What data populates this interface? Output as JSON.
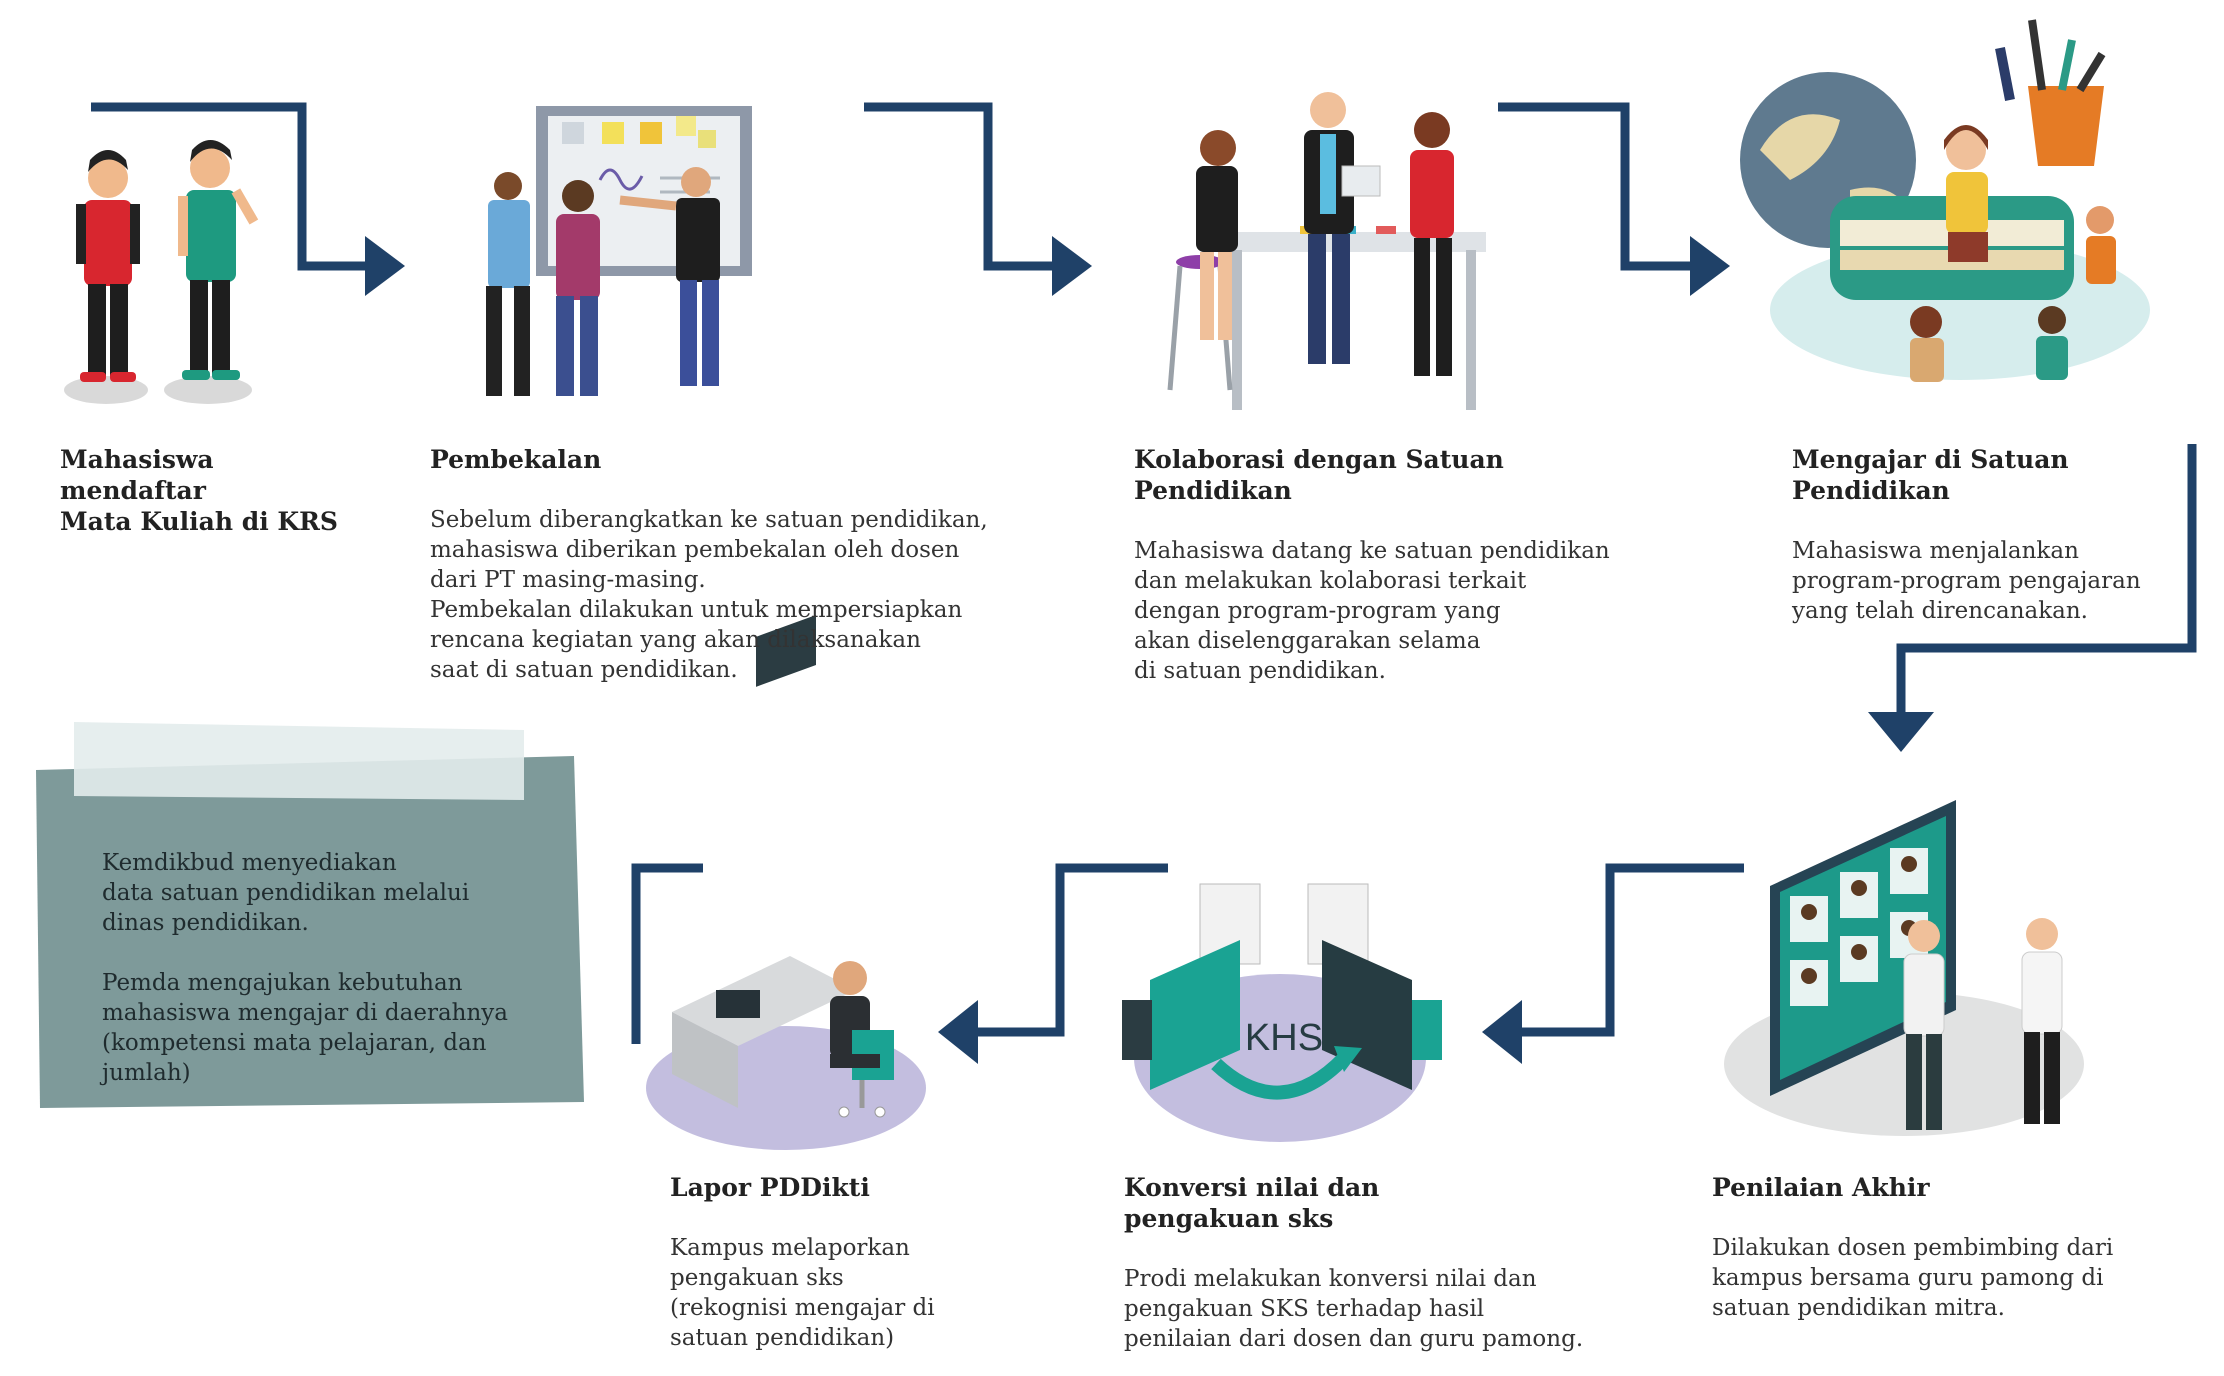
{
  "colors": {
    "connector": "#1f4168",
    "note_bg": "#7e9a9a",
    "tape": "#e3ecec",
    "platform_lavender": "#c3bedf",
    "teal": "#189a8a",
    "navy_shirt": "#2b3c69"
  },
  "steps": [
    {
      "title": "Mahasiswa mendaftar\nMata Kuliah di KRS",
      "desc": "",
      "icon": "students-icon"
    },
    {
      "title": "Pembekalan",
      "desc": "Sebelum diberangkatkan ke satuan pendidikan,\nmahasiswa diberikan pembekalan oleh dosen\ndari PT masing-masing.\nPembekalan dilakukan untuk mempersiapkan\nrencana kegiatan yang akan dilaksanakan\nsaat di satuan pendidikan.",
      "icon": "whiteboard-icon"
    },
    {
      "title": "Kolaborasi dengan Satuan Pendidikan",
      "desc": "Mahasiswa datang ke satuan pendidikan\ndan melakukan kolaborasi terkait\ndengan program-program yang\nakan diselenggarakan selama\ndi satuan pendidikan.",
      "icon": "collaboration-icon"
    },
    {
      "title": "Mengajar di Satuan Pendidikan",
      "desc": "Mahasiswa menjalankan\nprogram-program pengajaran\nyang telah direncanakan.",
      "icon": "teaching-icon"
    },
    {
      "title": "Penilaian Akhir",
      "desc": "Dilakukan dosen pembimbing dari\nkampus bersama guru pamong di\nsatuan pendidikan mitra.",
      "icon": "assessment-board-icon"
    },
    {
      "title": "Konversi nilai dan\npengakuan sks",
      "desc": "Prodi melakukan konversi nilai dan\npengakuan SKS terhadap hasil\npenilaian dari dosen dan guru pamong.",
      "icon": "conversion-icon"
    },
    {
      "title": "Lapor PDDikti",
      "desc": "Kampus melaporkan\npengakuan sks\n(rekognisi mengajar di\nsatuan pendidikan)",
      "icon": "computer-desk-icon"
    }
  ],
  "khs_label": "KHS",
  "note": {
    "text": "Kemdikbud menyediakan\ndata satuan pendidikan melalui\ndinas pendidikan.\n\nPemda mengajukan kebutuhan\nmahasiswa mengajar di daerahnya\n(kompetensi mata pelajaran, dan jumlah)"
  }
}
